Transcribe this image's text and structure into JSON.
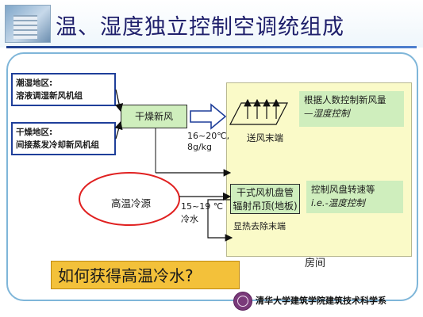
{
  "title": "温、湿度独立控制空调统组成",
  "sources": {
    "humid": [
      "潮湿地区:",
      "溶液调湿新风机组"
    ],
    "dry": [
      "干燥地区:",
      "间接蒸发冷却新风机组"
    ]
  },
  "fresh_air_box": "干燥新风",
  "fresh_air_spec": [
    "16~20℃,",
    "8g/kg"
  ],
  "supply_terminal": "送风末端",
  "humidity_note": {
    "line1": "根据人数控制新风量",
    "line2": "—湿度控制"
  },
  "cold_source_box": "高温冷源",
  "cold_water_spec": [
    "15~19 ℃",
    "冷水"
  ],
  "terminal_box": [
    "干式风机盘管",
    "辐射吊顶(地板)"
  ],
  "sensible_label": "显热去除末端",
  "temp_note": {
    "line1": "控制风盘转速等",
    "line2": "i.e.-温度控制"
  },
  "room_label": "房间",
  "question": "如何获得高温冷水?",
  "footer": "清华大学建筑学院建筑技术科学系",
  "colors": {
    "title": "#1f1f6b",
    "green": "#cfeebd",
    "room": "#fafac8",
    "question": "#f3c13a",
    "ellipse": "#e02020",
    "border": "#7fb6d9"
  }
}
